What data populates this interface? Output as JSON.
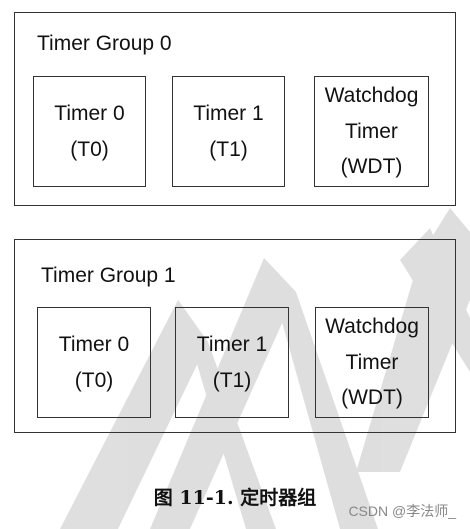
{
  "groups": [
    {
      "title": "Timer Group 0",
      "timers": [
        {
          "line1": "Timer 0",
          "line2": "(T0)",
          "line3": ""
        },
        {
          "line1": "Timer 1",
          "line2": "(T1)",
          "line3": ""
        },
        {
          "line1": "Watchdog",
          "line2": "Timer",
          "line3": "(WDT)"
        }
      ]
    },
    {
      "title": "Timer Group 1",
      "timers": [
        {
          "line1": "Timer 0",
          "line2": "(T0)",
          "line3": ""
        },
        {
          "line1": "Timer 1",
          "line2": "(T1)",
          "line3": ""
        },
        {
          "line1": "Watchdog",
          "line2": "Timer",
          "line3": "(WDT)"
        }
      ]
    }
  ],
  "caption": "图 11-1. 定时器组",
  "csdn_label": "CSDN @李法师_",
  "colors": {
    "border": "#333333",
    "watermark": "#d4d4d4",
    "text": "#111111"
  }
}
